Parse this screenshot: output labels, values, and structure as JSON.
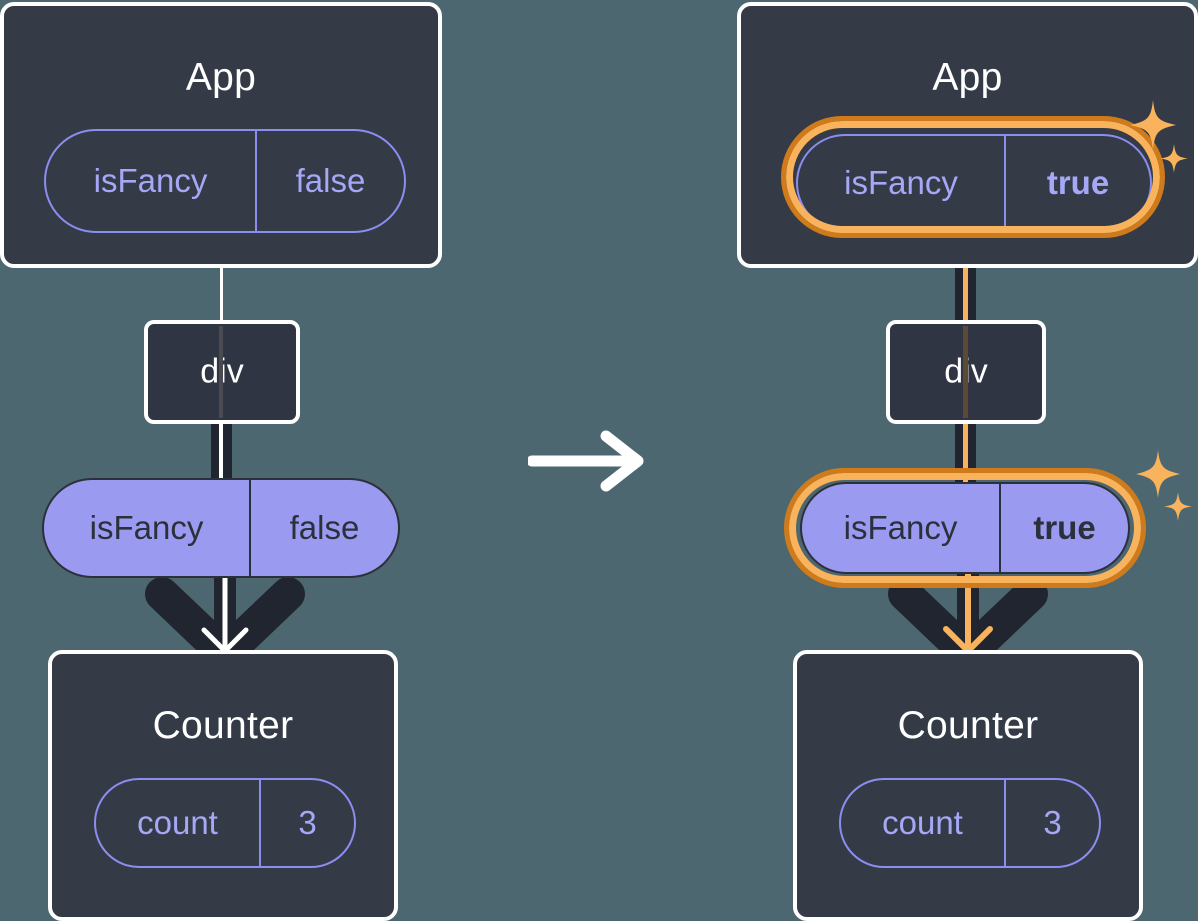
{
  "background_color": "#4d6770",
  "palette": {
    "box_fill": "#343a46",
    "box_border": "#ffffff",
    "pill_purple": "#9a9bf0",
    "pill_outline": "#8b8ef0",
    "pill_text_light": "#a5a8f7",
    "pill_text_dark": "#2b303b",
    "highlight_orange_light": "#f9b35c",
    "highlight_orange_dark": "#cf7b1b",
    "connector_dark": "#21252f",
    "connector_white": "#ffffff"
  },
  "transition": {
    "icon": "arrow-right-icon",
    "label": "becomes"
  },
  "panels": [
    {
      "id": "before",
      "app": {
        "title": "App",
        "state_pill": {
          "name": "isFancy",
          "value": "false",
          "style": "ghost",
          "highlighted": false,
          "value_bold": false
        }
      },
      "div": {
        "label": "div"
      },
      "prop_pill": {
        "name": "isFancy",
        "value": "false",
        "style": "solid",
        "highlighted": false,
        "value_bold": false
      },
      "counter": {
        "title": "Counter",
        "state_pill": {
          "name": "count",
          "value": "3",
          "style": "ghost",
          "highlighted": false,
          "value_bold": false
        }
      },
      "connector_color": "#ffffff",
      "sparkles": false
    },
    {
      "id": "after",
      "app": {
        "title": "App",
        "state_pill": {
          "name": "isFancy",
          "value": "true",
          "style": "ghost",
          "highlighted": true,
          "value_bold": true
        }
      },
      "div": {
        "label": "div"
      },
      "prop_pill": {
        "name": "isFancy",
        "value": "true",
        "style": "solid",
        "highlighted": true,
        "value_bold": true
      },
      "counter": {
        "title": "Counter",
        "state_pill": {
          "name": "count",
          "value": "3",
          "style": "ghost",
          "highlighted": false,
          "value_bold": false
        }
      },
      "connector_color": "#f9b35c",
      "sparkles": true
    }
  ]
}
